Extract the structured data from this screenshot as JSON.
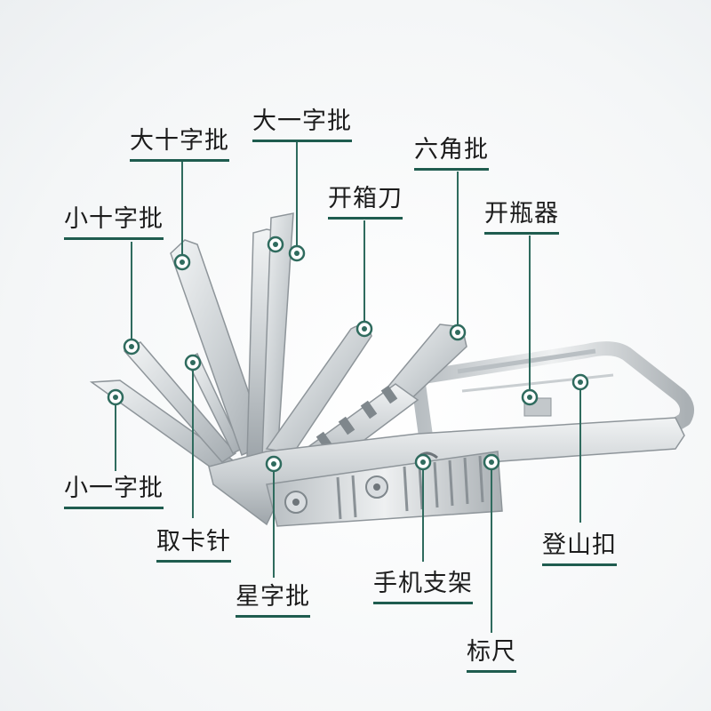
{
  "colors": {
    "accent": "#1f5c4f",
    "leader": "#2f6b5e",
    "steel_light": "#e6e9eb",
    "steel_dark": "#9aa1a6"
  },
  "labels": {
    "da_shi_zi_pi": "大十字批",
    "da_yi_zi_pi": "大一字批",
    "liu_jiao_pi": "六角批",
    "kai_xiang_dao": "开箱刀",
    "xiao_shi_zi_pi": "小十字批",
    "kai_ping_qi": "开瓶器",
    "xiao_yi_zi_pi": "小一字批",
    "qu_ka_zhen": "取卡针",
    "xing_zi_pi": "星字批",
    "shou_ji_zhi_jia": "手机支架",
    "deng_shan_kou": "登山扣",
    "biao_chi": "标尺"
  }
}
